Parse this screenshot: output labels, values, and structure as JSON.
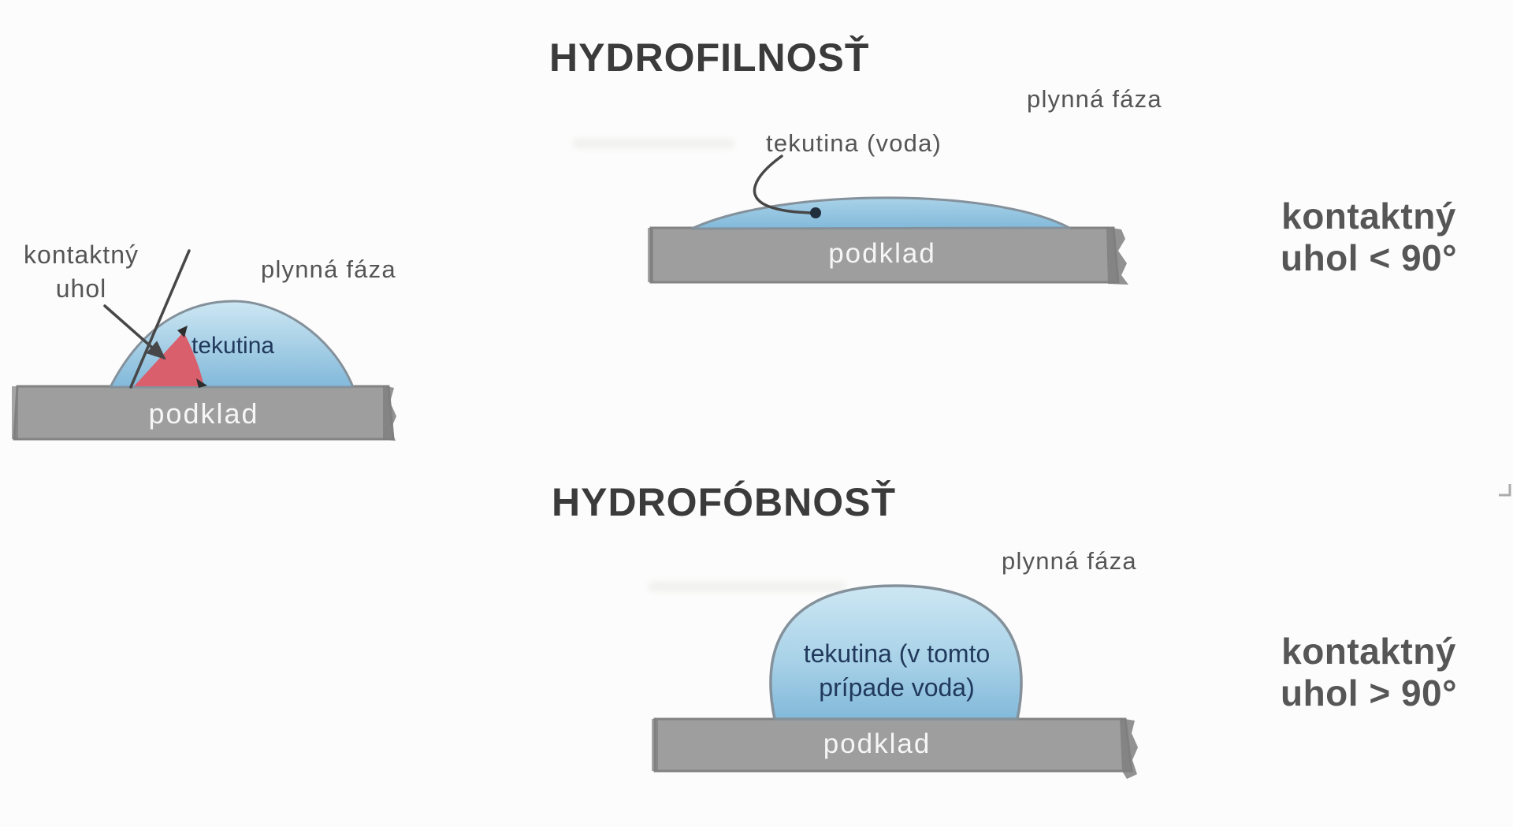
{
  "figure": {
    "description_labels": {
      "gas_phase": "plynná fáza",
      "substrate": "podklad"
    }
  },
  "colors": {
    "background": "#fcfcfc",
    "title_text": "#3b3b3b",
    "label_text": "#555555",
    "angle_label_text": "#565656",
    "liquid_text": "#21395c",
    "substrate_text": "#f6f6f6",
    "substrate_gray": "#9e9e9e",
    "substrate_edge": "#838383",
    "substrate_end": "#7f7f7f",
    "droplet_light": "#cde7f3",
    "droplet_mid": "#a9d2e8",
    "droplet_deep": "#82b9da",
    "droplet_outline": "#84919b",
    "wedge_red": "#d95f6c",
    "line_dark": "#474747",
    "arrow_dot": "#202e3e"
  },
  "sections": {
    "hydrophilic": {
      "title": "HYDROFILNOSŤ",
      "gas_phase_label": "plynná fáza",
      "liquid_label": "tekutina (voda)",
      "substrate_label": "podklad",
      "angle_note_line1": "kontaktný",
      "angle_note_line2": "uhol < 90°"
    },
    "contact_angle_detail": {
      "angle_label_line1": "kontaktný",
      "angle_label_line2": "uhol",
      "gas_phase_label": "plynná fáza",
      "liquid_label": "tekutina",
      "substrate_label": "podklad"
    },
    "hydrophobic": {
      "title": "HYDROFÓBNOSŤ",
      "gas_phase_label": "plynná fáza",
      "liquid_label_line1": "tekutina (v tomto",
      "liquid_label_line2": "prípade voda)",
      "substrate_label": "podklad",
      "angle_note_line1": "kontaktný",
      "angle_note_line2": "uhol > 90°"
    }
  }
}
